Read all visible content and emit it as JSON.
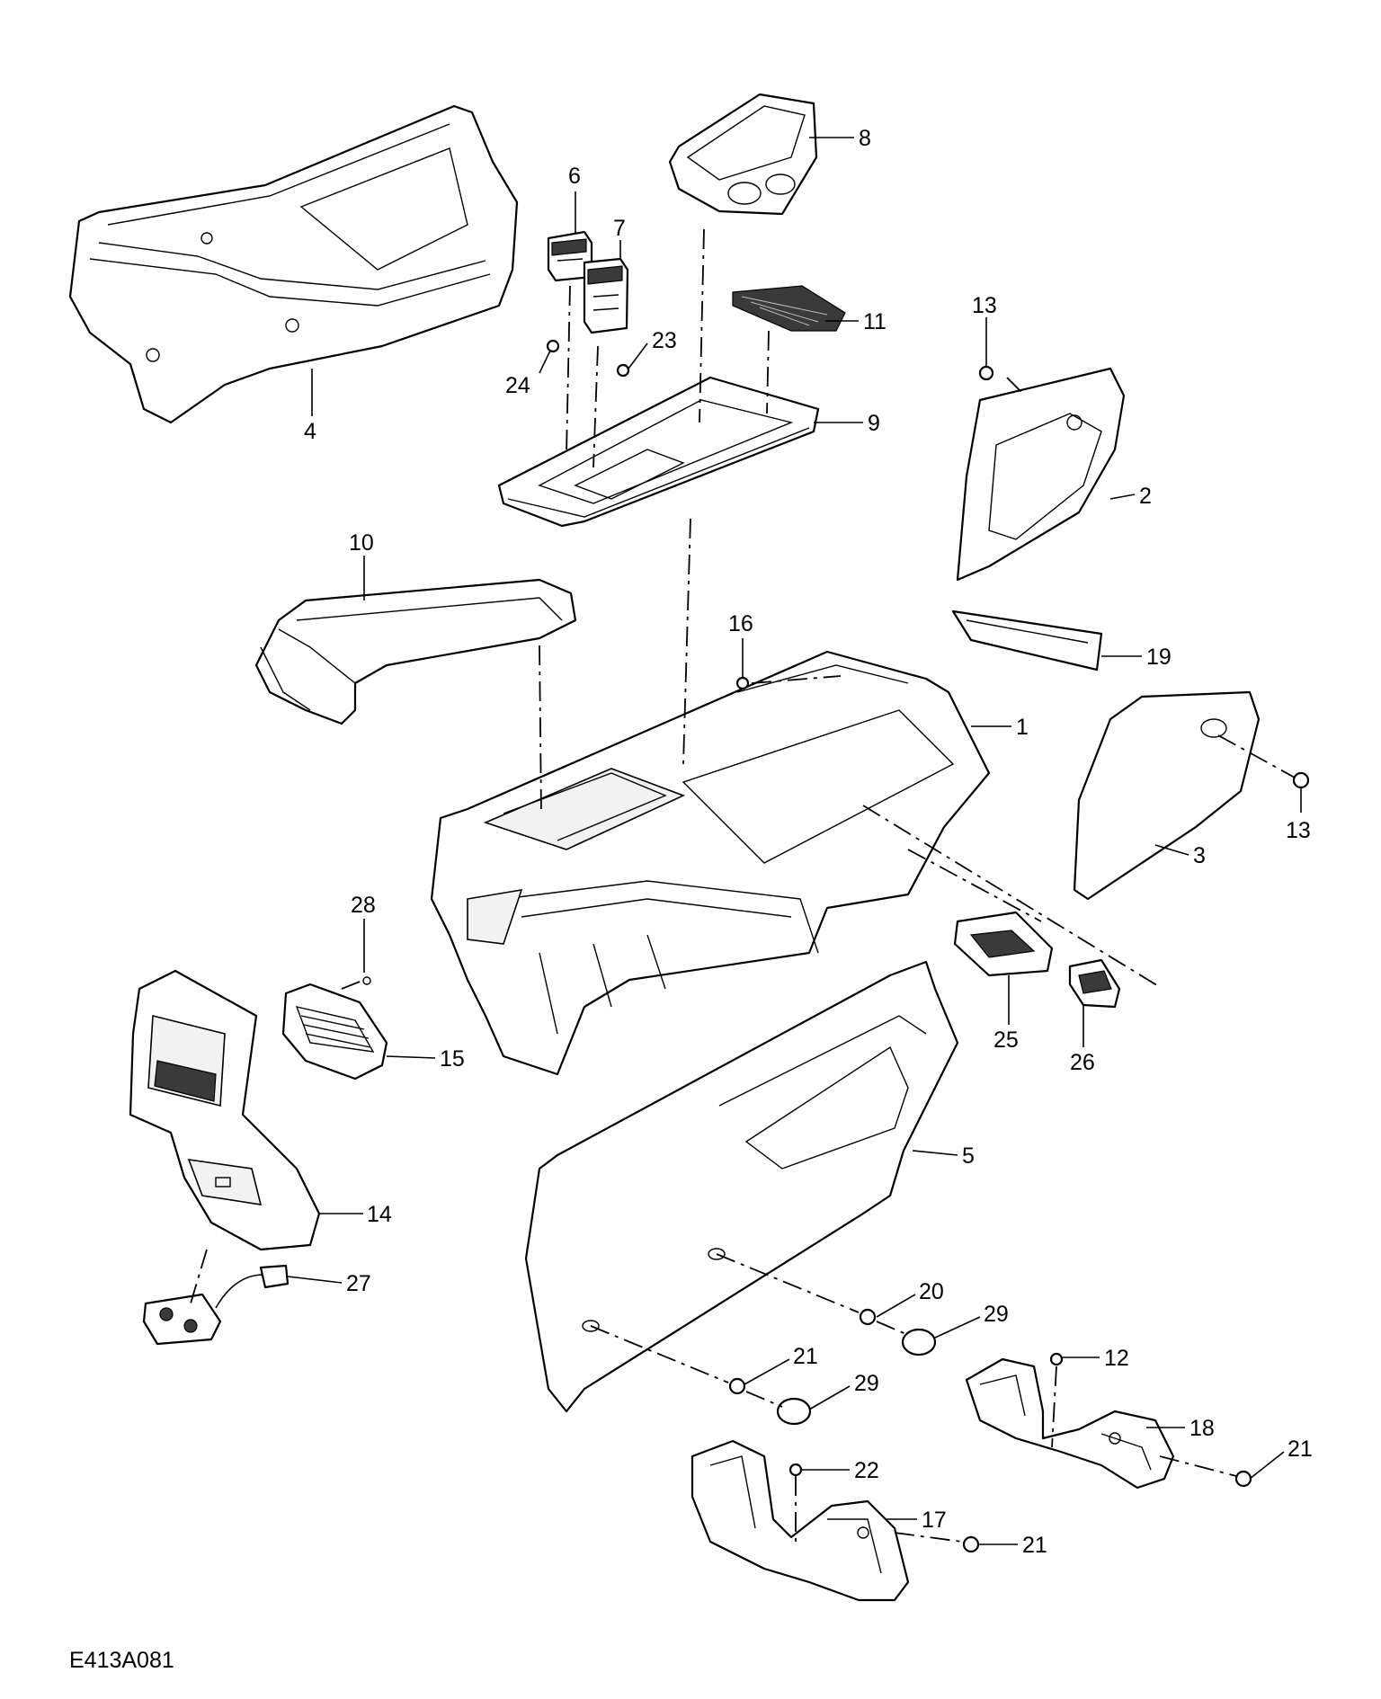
{
  "figure_id": "E413A081",
  "callouts": {
    "c1": "1",
    "c2": "2",
    "c3": "3",
    "c4": "4",
    "c5": "5",
    "c6": "6",
    "c7": "7",
    "c8": "8",
    "c9": "9",
    "c10": "10",
    "c11": "11",
    "c12": "12",
    "c13a": "13",
    "c13b": "13",
    "c14": "14",
    "c15": "15",
    "c16": "16",
    "c17": "17",
    "c18": "18",
    "c19": "19",
    "c20": "20",
    "c21a": "21",
    "c21b": "21",
    "c21c": "21",
    "c22": "22",
    "c23": "23",
    "c24": "24",
    "c25": "25",
    "c26": "26",
    "c27": "27",
    "c28": "28",
    "c29a": "29",
    "c29b": "29"
  },
  "colors": {
    "line": "#000000",
    "background": "#ffffff",
    "fill_light": "#f2f2f2",
    "fill_dark": "#3a3a3a"
  }
}
